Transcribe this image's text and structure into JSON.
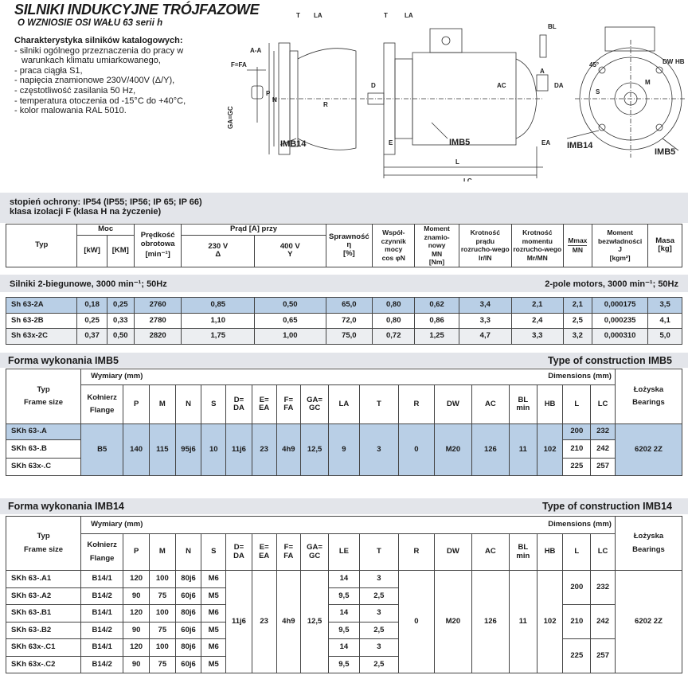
{
  "header": {
    "title": "SILNIKI INDUKCYJNE TRÓJFAZOWE",
    "subtitle": "O WZNIOSIE OSI WAŁU  63 serii h",
    "characteristics_heading": "Charakterystyka silników katalogowych:",
    "characteristics": [
      "- silniki ogólnego przeznaczenia do pracy w",
      "  warunkach klimatu umiarkowanego,",
      "- praca ciągła S1,",
      "- napięcia znamionowe 230V/400V (Δ/Y),",
      "- częstotliwość zasilania 50 Hz,",
      "- temperatura otoczenia od -15°C do +40°C,",
      "- kolor malowania RAL 5010."
    ]
  },
  "drawing_labels": {
    "aa": "A-A",
    "fa": "F=FA",
    "gc": "GA=GC",
    "p": "P",
    "n": "N",
    "imb14": "IMB14",
    "imb5": "IMB5",
    "t": "T",
    "la": "LA",
    "r": "R",
    "e": "E",
    "s": "S",
    "m": "M",
    "d": "D",
    "bl": "BL",
    "ac": "AC",
    "a": "A",
    "da": "DA",
    "ea": "EA",
    "l": "L",
    "lc": "LC",
    "dw": "DW",
    "hb": "HB",
    "deg": "45°"
  },
  "protection": {
    "line1": "stopień ochrony: IP54 (IP55; IP56; IP 65; IP 66)",
    "line2": "klasa izolacji F (klasa H na życzenie)"
  },
  "motor_table": {
    "headers": {
      "typ": "Typ",
      "moc": "Moc",
      "kw": "[kW]",
      "km": "[KM]",
      "speed": "Prędkość obrotowa",
      "speed_unit": "[min⁻¹]",
      "current": "Prąd [A] przy",
      "v230": "230 V",
      "v230s": "Δ",
      "v400": "400 V",
      "v400s": "Y",
      "eff": "Sprawność",
      "eff_sym": "η",
      "eff_unit": "[%]",
      "cos": "Współ-czynnik mocy",
      "cos_sym": "cos φN",
      "torque": "Moment znamio-nowy",
      "torque_sym": "MN",
      "torque_unit": "[Nm]",
      "start_current": "Krotność prądu rozrucho-wego",
      "start_current_sym": "Ir/IN",
      "start_torque": "Krotność momentu rozrucho-wego",
      "start_torque_sym": "Mr/MN",
      "mmax": "Mmax",
      "mmax_sub": "MN",
      "inertia": "Moment bezwładności",
      "inertia_sym": "J",
      "inertia_unit": "[kgm²]",
      "mass": "Masa",
      "mass_unit": "[kg]"
    },
    "band_left": "Silniki 2-biegunowe, 3000 min⁻¹; 50Hz",
    "band_right": "2-pole motors, 3000 min⁻¹; 50Hz",
    "rows": [
      [
        "Sh 63-2A",
        "0,18",
        "0,25",
        "2760",
        "0,85",
        "0,50",
        "65,0",
        "0,80",
        "0,62",
        "3,4",
        "2,1",
        "2,1",
        "0,000175",
        "3,5"
      ],
      [
        "Sh 63-2B",
        "0,25",
        "0,33",
        "2780",
        "1,10",
        "0,65",
        "72,0",
        "0,80",
        "0,86",
        "3,3",
        "2,4",
        "2,5",
        "0,000235",
        "4,1"
      ],
      [
        "Sh 63x-2C",
        "0,37",
        "0,50",
        "2820",
        "1,75",
        "1,00",
        "75,0",
        "0,72",
        "1,25",
        "4,7",
        "3,3",
        "3,2",
        "0,000310",
        "5,0"
      ]
    ]
  },
  "imb5": {
    "title_left": "Forma wykonania IMB5",
    "title_right": "Type of construction IMB5",
    "h": {
      "typ": "Typ",
      "frame": "Frame size",
      "wym": "Wymiary (mm)",
      "dims": "Dimensions (mm)",
      "kol": "Kołnierz",
      "flange": "Flange",
      "p": "P",
      "m": "M",
      "n": "N",
      "s": "S",
      "d": "D=",
      "da": "DA",
      "e": "E=",
      "ea": "EA",
      "f": "F=",
      "fa": "FA",
      "ga": "GA=",
      "gc": "GC",
      "la": "LA",
      "t": "T",
      "r": "R",
      "dw": "DW",
      "ac": "AC",
      "bl": "BL",
      "min": "min",
      "hb": "HB",
      "l": "L",
      "lc": "LC",
      "lozyska": "Łożyska",
      "bearings": "Bearings"
    },
    "types": [
      "SKh 63-.A",
      "SKh 63-.B",
      "SKh 63x-.C"
    ],
    "common": [
      "B5",
      "140",
      "115",
      "95j6",
      "10",
      "11j6",
      "23",
      "4h9",
      "12,5",
      "9",
      "3",
      "0",
      "M20",
      "126",
      "11",
      "102"
    ],
    "l": [
      "200",
      "210",
      "225"
    ],
    "lc": [
      "232",
      "242",
      "257"
    ],
    "bearing": "6202 2Z"
  },
  "imb14": {
    "title_left": "Forma wykonania IMB14",
    "title_right": "Type of construction IMB14",
    "h": {
      "le": "LE"
    },
    "rows": [
      [
        "SKh 63-.A1",
        "B14/1",
        "120",
        "100",
        "80j6",
        "M6",
        "14",
        "3"
      ],
      [
        "SKh 63-.A2",
        "B14/2",
        "90",
        "75",
        "60j6",
        "M5",
        "9,5",
        "2,5"
      ],
      [
        "SKh 63-.B1",
        "B14/1",
        "120",
        "100",
        "80j6",
        "M6",
        "14",
        "3"
      ],
      [
        "SKh 63-.B2",
        "B14/2",
        "90",
        "75",
        "60j6",
        "M5",
        "9,5",
        "2,5"
      ],
      [
        "SKh 63x-.C1",
        "B14/1",
        "120",
        "100",
        "80j6",
        "M6",
        "14",
        "3"
      ],
      [
        "SKh 63x-.C2",
        "B14/2",
        "90",
        "75",
        "60j6",
        "M5",
        "9,5",
        "2,5"
      ]
    ],
    "common": [
      "11j6",
      "23",
      "4h9",
      "12,5",
      "0",
      "M20",
      "126",
      "11",
      "102"
    ],
    "l": [
      "200",
      "210",
      "225"
    ],
    "lc": [
      "232",
      "242",
      "257"
    ],
    "bearing": "6202 2Z"
  },
  "colors": {
    "band": "#e3e5ea",
    "highlight": "#b9cfe6"
  }
}
